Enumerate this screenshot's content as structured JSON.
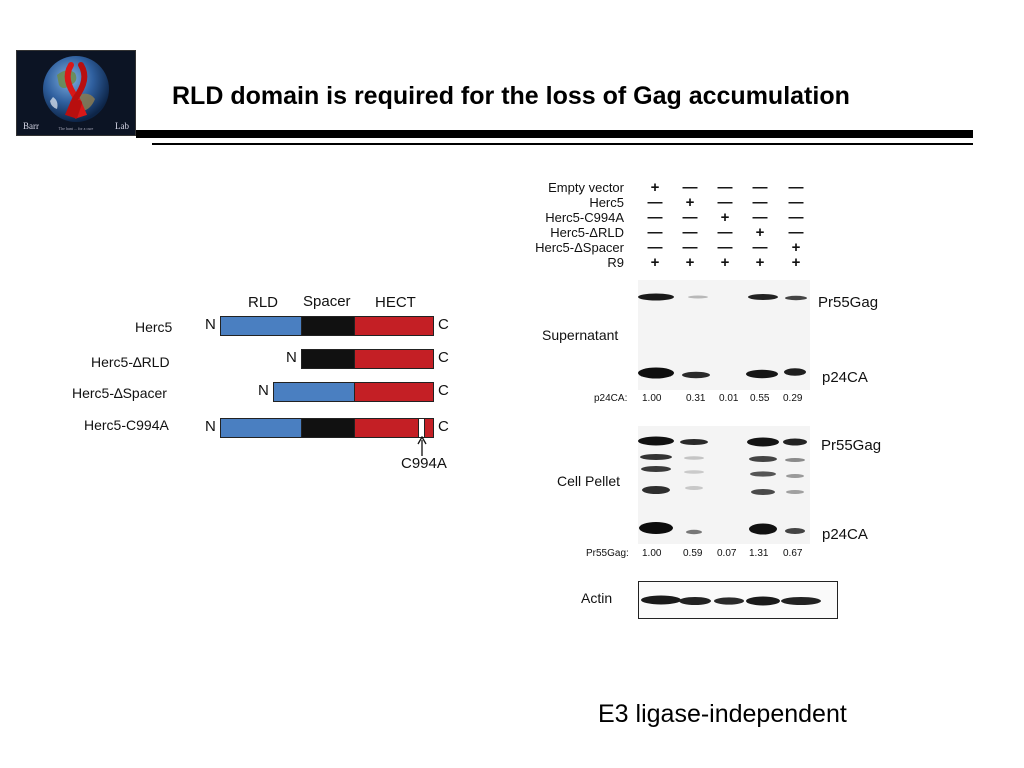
{
  "slide": {
    "title": "RLD domain is required for the loss of Gag accumulation",
    "footer_note": "E3 ligase-independent"
  },
  "logo": {
    "left_text": "Barr",
    "tagline": "The hunt ... for a cure",
    "right_text": "Lab",
    "icon": "earth-red-ribbon-icon"
  },
  "domain_diagram": {
    "segments": {
      "rld": "RLD",
      "spacer": "Spacer",
      "hect": "HECT"
    },
    "n_label": "N",
    "c_label": "C",
    "constructs": [
      "Herc5",
      "Herc5-∆RLD",
      "Herc5-∆Spacer",
      "Herc5-C994A"
    ],
    "mutation_label": "C994A",
    "colors": {
      "rld": "#4a7fc1",
      "spacer": "#111111",
      "hect": "#c41f25"
    }
  },
  "blot": {
    "conditions": [
      {
        "label": "Empty vector",
        "signs": [
          "+",
          "—",
          "—",
          "—",
          "—"
        ]
      },
      {
        "label": "Herc5",
        "signs": [
          "—",
          "+",
          "—",
          "—",
          "—"
        ]
      },
      {
        "label": "Herc5-C994A",
        "signs": [
          "—",
          "—",
          "+",
          "—",
          "—"
        ]
      },
      {
        "label": "Herc5-ΔRLD",
        "signs": [
          "—",
          "—",
          "—",
          "+",
          "—"
        ]
      },
      {
        "label": "Herc5-ΔSpacer",
        "signs": [
          "—",
          "—",
          "—",
          "—",
          "+"
        ]
      },
      {
        "label": "R9",
        "signs": [
          "+",
          "+",
          "+",
          "+",
          "+"
        ]
      }
    ],
    "supernatant": {
      "label": "Supernatant",
      "band_top": "Pr55Gag",
      "band_bottom": "p24CA",
      "quant_label": "p24CA:",
      "quant_values": [
        "1.00",
        "0.31",
        "0.01",
        "0.55",
        "0.29"
      ]
    },
    "cell_pellet": {
      "label": "Cell Pellet",
      "band_top": "Pr55Gag",
      "band_bottom": "p24CA",
      "quant_label": "Pr55Gag:",
      "quant_values": [
        "1.00",
        "0.59",
        "0.07",
        "1.31",
        "0.67"
      ]
    },
    "actin": {
      "label": "Actin"
    }
  }
}
